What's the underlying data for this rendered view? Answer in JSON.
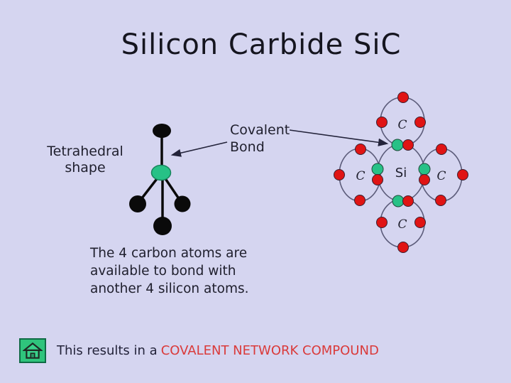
{
  "slide": {
    "title": "Silicon Carbide SiC"
  },
  "tetrahedral": {
    "label_line1": "Tetrahedral",
    "label_line2": "shape"
  },
  "covalent": {
    "label_line1": "Covalent",
    "label_line2": "Bond"
  },
  "body": {
    "line1": "The 4 carbon atoms are",
    "line2": "available to bond with",
    "line3": "another 4 silicon atoms."
  },
  "molecule": {
    "center_label": "Si",
    "outer_label": "C"
  },
  "footer": {
    "prefix": "This results in a",
    "highlight": "COVALENT NETWORK COMPOUND"
  },
  "icons": {
    "home": "home-icon"
  },
  "colors": {
    "background": "#d5d5f0",
    "electron_red": "#e01414",
    "shared_electron_green": "#27c186",
    "atom_black": "#0a0a0a",
    "orbit_stroke": "#5c5c7a",
    "highlight_red": "#da3a3a",
    "text_dark": "#20202e",
    "home_button_green": "#2fc47c"
  }
}
